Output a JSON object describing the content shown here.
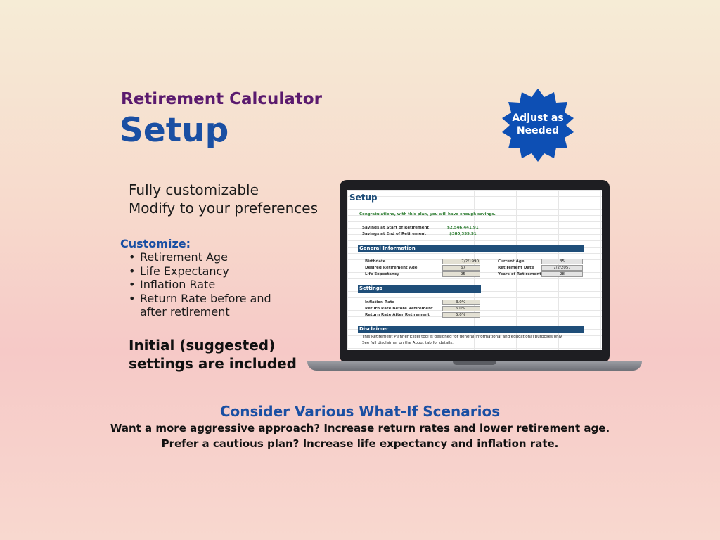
{
  "header": {
    "subtitle": "Retirement Calculator",
    "title": "Setup"
  },
  "badge": {
    "text": "Adjust as\nNeeded",
    "color": "#0d4fb4"
  },
  "intro": {
    "line1": "Fully customizable",
    "line2": "Modify to your preferences"
  },
  "customize": {
    "label": "Customize:",
    "items": [
      "Retirement Age",
      "Life Expectancy",
      "Inflation Rate",
      "Return Rate before and after retirement"
    ]
  },
  "initial_note": "Initial (suggested)\nsettings are included",
  "spreadsheet": {
    "title": "Setup",
    "congrats": "Congratulations, with this plan, you will have enough savings.",
    "savings": [
      {
        "label": "Savings at Start of Retirement",
        "value": "$2,546,441.91"
      },
      {
        "label": "Savings at End of Retirement",
        "value": "$380,355.51"
      }
    ],
    "general_header": "General Information",
    "general_left": [
      {
        "label": "Birthdate",
        "value": "7/2/1990"
      },
      {
        "label": "Desired Retirement Age",
        "value": "67"
      },
      {
        "label": "Life Expectancy",
        "value": "95"
      }
    ],
    "general_right": [
      {
        "label": "Current Age",
        "value": "35"
      },
      {
        "label": "Retirement Date",
        "value": "7/2/2057"
      },
      {
        "label": "Years of Retirement",
        "value": "28"
      }
    ],
    "settings_header": "Settings",
    "settings": [
      {
        "label": "Inflation Rate",
        "value": "3.0%"
      },
      {
        "label": "Return Rate Before Retirement",
        "value": "6.0%"
      },
      {
        "label": "Return Rate After Retirement",
        "value": "5.0%"
      }
    ],
    "disclaimer_header": "Disclaimer",
    "disclaimer_lines": [
      "This Retirement Planner Excel tool is designed for general informational and educational purposes only.",
      "See full disclaimer on the About tab for details."
    ]
  },
  "scenarios": {
    "title": "Consider Various What-If Scenarios",
    "line1": "Want a more aggressive approach?  Increase return rates and lower retirement age.",
    "line2": "Prefer a cautious plan?  Increase life expectancy and inflation rate."
  },
  "colors": {
    "title_blue": "#1a4fa3",
    "subtitle_purple": "#5a1a6e",
    "sheet_header": "#1f4e79",
    "sheet_green": "#2e7d32"
  }
}
